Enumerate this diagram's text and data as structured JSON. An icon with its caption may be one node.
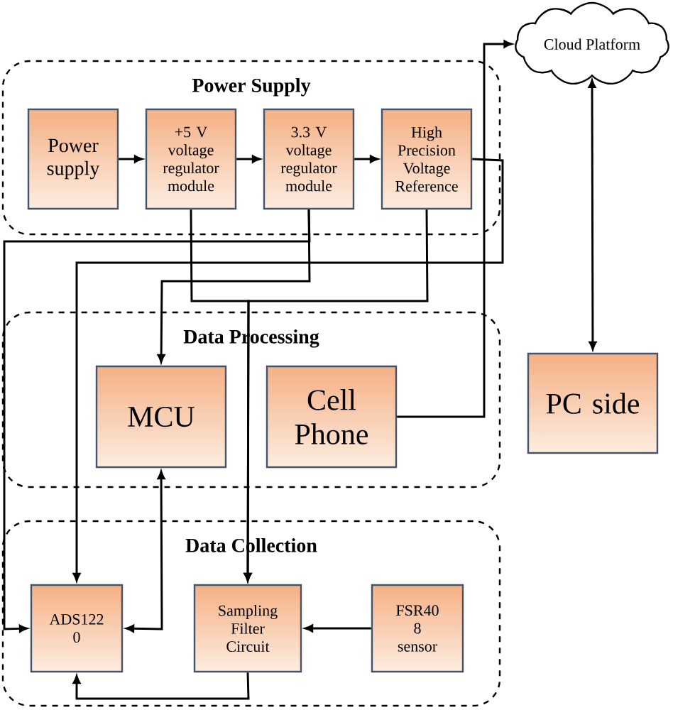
{
  "diagram": {
    "nodes": [
      {
        "text": [
          "Power Supply"
        ]
      },
      {
        "text": [
          "Power supply"
        ],
        "in": 0
      },
      {
        "text": [
          "+5 V voltage regulator module"
        ],
        "in": 0
      },
      {
        "text": [
          "3.3 V voltage regulator module"
        ],
        "in": 0
      },
      {
        "text": [
          "High Precision Voltage Reference"
        ],
        "in": 0
      },
      {
        "text": [
          "Cloud Platform"
        ]
      },
      {
        "text": [
          "Data Processing"
        ]
      },
      {
        "text": [
          "MCU"
        ],
        "in": 6
      },
      {
        "text": [
          "Cell Phone"
        ],
        "in": 6
      },
      {
        "text": [
          "PC side"
        ]
      },
      {
        "text": [
          "Data Collection"
        ]
      },
      {
        "text": [
          "ADS122 0"
        ],
        "in": 10
      },
      {
        "text": [
          "Sampling Filter Circuit"
        ],
        "in": 10
      },
      {
        "text": [
          "FSR40 8 sensor"
        ],
        "in": 10
      }
    ],
    "edges": [
      {
        "from": 1,
        "to": 2,
        "arrow": "to"
      },
      {
        "from": 2,
        "to": 3,
        "arrow": "to"
      },
      {
        "from": 3,
        "to": 4,
        "arrow": "to"
      },
      {
        "from": 3,
        "to": 11,
        "arrow": "to"
      },
      {
        "from": 3,
        "to": 7,
        "arrow": "to"
      },
      {
        "from": 4,
        "to": 11,
        "arrow": "to"
      },
      {
        "from": 2,
        "to": 12,
        "arrow": "to"
      },
      {
        "from": 4,
        "to": 12,
        "arrow": "to"
      },
      {
        "from": 8,
        "to": 5,
        "arrow": "to"
      },
      {
        "from": 5,
        "to": 9,
        "arrow": "both"
      },
      {
        "from": 7,
        "to": 11,
        "arrow": "both"
      },
      {
        "from": 13,
        "to": 12,
        "arrow": "to"
      },
      {
        "from": 12,
        "to": 11,
        "arrow": "to"
      }
    ]
  }
}
